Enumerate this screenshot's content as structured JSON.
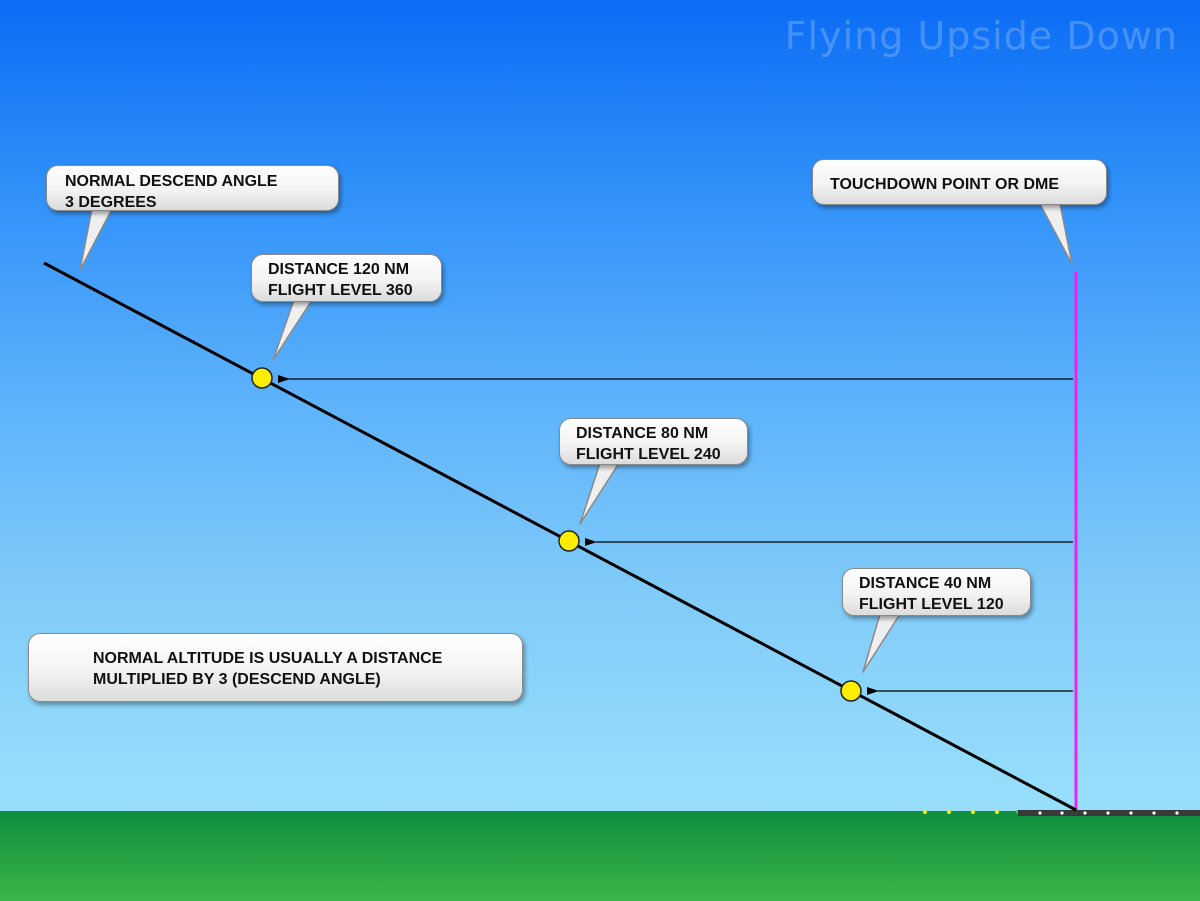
{
  "watermark": "Flying Upside Down",
  "callouts": {
    "descend_angle": {
      "line1": "NORMAL DESCEND ANGLE",
      "line2": "3 DEGREES"
    },
    "touchdown": {
      "line1": "TOUCHDOWN POINT OR DME"
    },
    "fix_120": {
      "line1": "DISTANCE 120 NM",
      "line2": "FLIGHT LEVEL 360"
    },
    "fix_80": {
      "line1": "DISTANCE 80 NM",
      "line2": "FLIGHT LEVEL 240"
    },
    "fix_40": {
      "line1": "DISTANCE 40 NM",
      "line2": "FLIGHT LEVEL 120"
    },
    "rule": {
      "line1": "NORMAL ALTITUDE IS USUALLY A DISTANCE",
      "line2": "MULTIPLIED BY 3 (DESCEND ANGLE)"
    }
  },
  "colors": {
    "descent_path": "#000000",
    "dme_line": "#ee22ee",
    "fix_marker": "#ffee00",
    "arrow": "#000000",
    "runway": "#3a3a3a",
    "runway_lights": "#ffffff",
    "approach_lights": "#e8ee20"
  }
}
